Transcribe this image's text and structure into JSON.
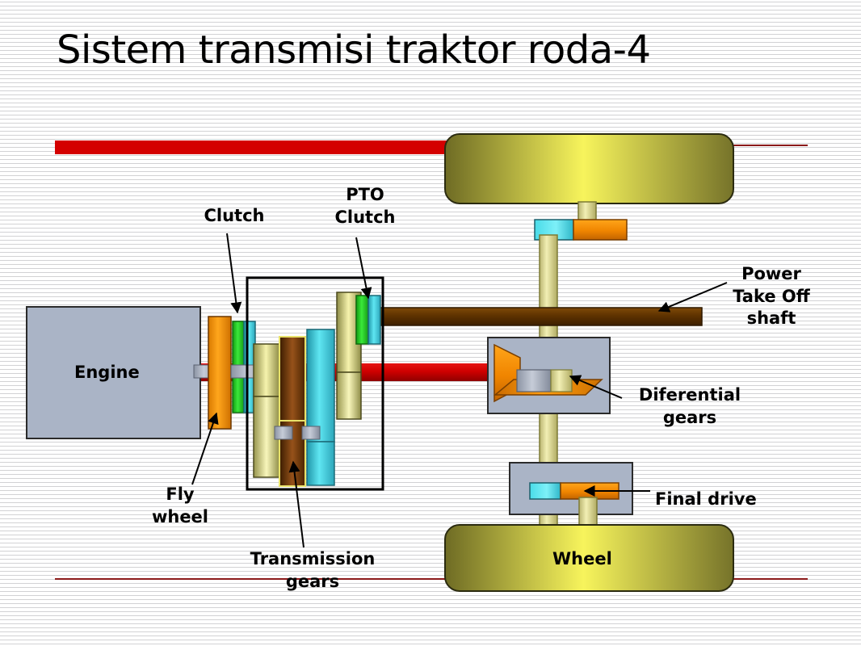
{
  "slide": {
    "title": "Sistem transmisi traktor roda-4"
  },
  "components": {
    "engine": "Engine",
    "wheel": "Wheel"
  },
  "callouts": {
    "clutch": "Clutch",
    "pto_clutch": "PTO\nClutch",
    "power_take_off": "Power\nTake Off\nshaft",
    "diferential_gears": "Diferential\ngears",
    "final_drive": "Final drive",
    "fly_wheel": "Fly\nwheel",
    "transmission_gears": "Transmission\ngears"
  },
  "colors": {
    "background": "#ffffff",
    "pinstripe": "#d2d2d4",
    "engine_block": "#aab4c6",
    "housing": "#aab4c6",
    "flywheel_orange": "#e07800",
    "clutch_green": "#22cc22",
    "clutch_cyan": "#3fd5e0",
    "gear_yellow": "#f2f0a0",
    "gear_olive": "#8a8a4a",
    "gear_cyan": "#3fd5e0",
    "gear_brown": "#8a4a00",
    "shaft_red": "#d00000",
    "pto_brown": "#6b3a00",
    "wheel_yellow": "#f7f24a",
    "wheel_olive": "#7d7a30",
    "axle_yellow": "#efe9a0",
    "bevel_orange": "#f08c00",
    "line_darkred": "#8b1a1a",
    "text": "#000000"
  }
}
